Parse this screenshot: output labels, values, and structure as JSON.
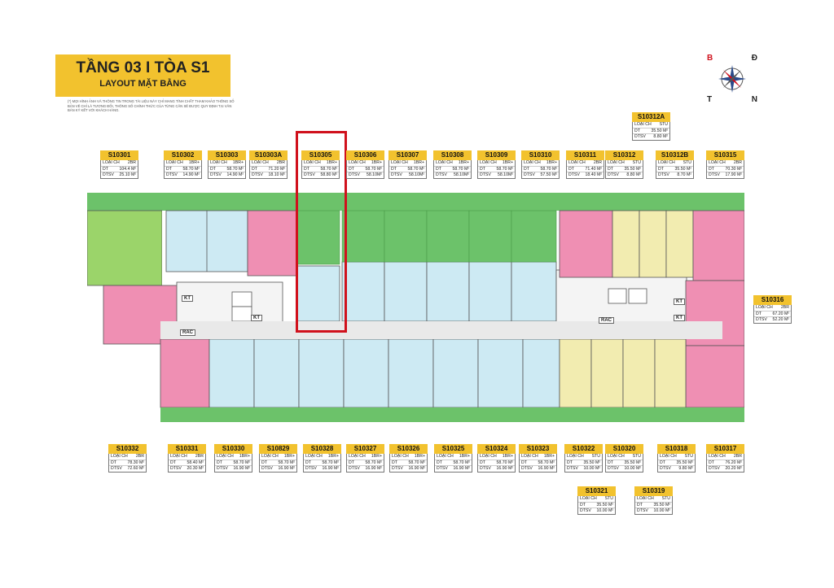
{
  "header": {
    "title": "TẦNG 03 I TÒA S1",
    "subtitle": "LAYOUT MẶT BẰNG",
    "note": "(*) MỌI HÌNH ẢNH VÀ THÔNG TIN TRONG TÀI LIỆU NÀY CHỈ MANG TÍNH CHẤT THAM KHẢO THÔNG SỐ BẢN VẼ CHỈ LÀ TƯƠNG ĐỐI, THÔNG SỐ CHÍNH THỨC CỦA TỪNG CĂN SẼ ĐƯỢC QUY ĐỊNH TẠI VĂN BẢN KÝ KẾT VỚI KHÁCH HÀNG."
  },
  "compass": {
    "b": "B",
    "d": "Đ",
    "t": "T",
    "n": "N"
  },
  "fields": {
    "type": "LOẠI CH",
    "dt": "DT",
    "dtsv": "DTSV"
  },
  "core_labels": {
    "kt": "KT",
    "rac": "RAC"
  },
  "colors": {
    "gold": "#f2c22e",
    "green": "#6cc26a",
    "blue": "#cdeaf3",
    "pink": "#ef8fb3",
    "yellow": "#f2ecb0",
    "lightgreen": "#9bd46a",
    "red": "#d0111c"
  },
  "units_top": [
    {
      "code": "S10301",
      "type": "2BR",
      "dt": "104.4 M²",
      "dtsv": "25.10 M²"
    },
    {
      "code": "S10302",
      "type": "1BR+",
      "dt": "58.70 M²",
      "dtsv": "14.90 M²"
    },
    {
      "code": "S10303",
      "type": "1BR+",
      "dt": "58.70 M²",
      "dtsv": "14.90 M²"
    },
    {
      "code": "S10303A",
      "type": "2BR",
      "dt": "71.20 M²",
      "dtsv": "18.10 M²"
    },
    {
      "code": "S10305",
      "type": "1BR+",
      "dt": "58.70 M²",
      "dtsv": "58.80 M²"
    },
    {
      "code": "S10306",
      "type": "1BR+",
      "dt": "58.70 M²",
      "dtsv": "58.10M²"
    },
    {
      "code": "S10307",
      "type": "1BR+",
      "dt": "58.70 M²",
      "dtsv": "58.10M²"
    },
    {
      "code": "S10308",
      "type": "1BR+",
      "dt": "58.70 M²",
      "dtsv": "58.10M²"
    },
    {
      "code": "S10309",
      "type": "1BR+",
      "dt": "58.70 M²",
      "dtsv": "58.10M²"
    },
    {
      "code": "S10310",
      "type": "1BR+",
      "dt": "58.70 M²",
      "dtsv": "57.50 M²"
    },
    {
      "code": "S10311",
      "type": "2BR",
      "dt": "71.40 M²",
      "dtsv": "18.40 M²"
    },
    {
      "code": "S10312",
      "type": "STU",
      "dt": "35.50 M²",
      "dtsv": "8.80 M²"
    },
    {
      "code": "S10312B",
      "type": "STU",
      "dt": "35.50 M²",
      "dtsv": "8.70 M²"
    },
    {
      "code": "S10315",
      "type": "2BR",
      "dt": "70.30 M²",
      "dtsv": "17.90 M²"
    }
  ],
  "unit_312a": {
    "code": "S10312A",
    "type": "STU",
    "dt": "35.50 M²",
    "dtsv": "8.80 M²"
  },
  "unit_316": {
    "code": "S10316",
    "type": "2BR",
    "dt": "67.20 M²",
    "dtsv": "52.20 M²"
  },
  "units_bottom": [
    {
      "code": "S10332",
      "type": "2BR",
      "dt": "78.30 M²",
      "dtsv": "72.60 M²"
    },
    {
      "code": "S10331",
      "type": "2BR",
      "dt": "58.40 M²",
      "dtsv": "20.30 M²"
    },
    {
      "code": "S10330",
      "type": "1BR+",
      "dt": "58.70 M²",
      "dtsv": "16.90 M²"
    },
    {
      "code": "S10829",
      "type": "1BR+",
      "dt": "58.70 M²",
      "dtsv": "16.90 M²"
    },
    {
      "code": "S10328",
      "type": "1BR+",
      "dt": "58.70 M²",
      "dtsv": "16.90 M²"
    },
    {
      "code": "S10327",
      "type": "1BR+",
      "dt": "58.70 M²",
      "dtsv": "16.90 M²"
    },
    {
      "code": "S10326",
      "type": "1BR+",
      "dt": "58.70 M²",
      "dtsv": "16.90 M²"
    },
    {
      "code": "S10325",
      "type": "1BR+",
      "dt": "58.70 M²",
      "dtsv": "16.90 M²"
    },
    {
      "code": "S10324",
      "type": "1BR+",
      "dt": "58.70 M²",
      "dtsv": "16.90 M²"
    },
    {
      "code": "S10323",
      "type": "1BR+",
      "dt": "58.70 M²",
      "dtsv": "16.90 M²"
    },
    {
      "code": "S10322",
      "type": "STU",
      "dt": "35.50 M²",
      "dtsv": "10.00 M²"
    },
    {
      "code": "S10320",
      "type": "STU",
      "dt": "35.50 M²",
      "dtsv": "10.00 M²"
    },
    {
      "code": "S10318",
      "type": "STU",
      "dt": "35.50 M²",
      "dtsv": "9.80 M²"
    },
    {
      "code": "S10317",
      "type": "2BR",
      "dt": "76.20 M²",
      "dtsv": "20.20 M²"
    }
  ],
  "units_extra": [
    {
      "code": "S10321",
      "type": "STU",
      "dt": "35.50 M²",
      "dtsv": "10.00 M²"
    },
    {
      "code": "S10319",
      "type": "STU",
      "dt": "35.50 M²",
      "dtsv": "10.00 M²"
    }
  ]
}
